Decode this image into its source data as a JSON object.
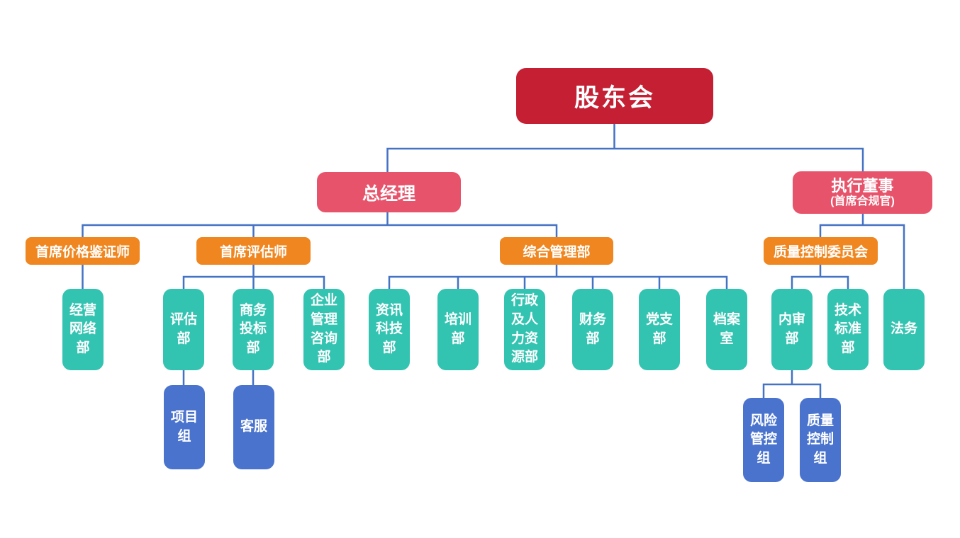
{
  "colors": {
    "level1_bg": "#c41f33",
    "level2_bg": "#e7536a",
    "level3_bg": "#f0861f",
    "level4_bg": "#33c3b1",
    "level5_bg": "#4a73ce",
    "connector": "#4472c4",
    "text": "#ffffff",
    "background": "#ffffff"
  },
  "chart": {
    "root": {
      "label": "股东会"
    },
    "level2": {
      "general_manager": {
        "label": "总经理"
      },
      "executive_director": {
        "label": "执行董事",
        "sublabel": "(首席合规官)"
      }
    },
    "level3": {
      "chief_price_appraiser": {
        "label": "首席价格鉴证师"
      },
      "chief_valuer": {
        "label": "首席评估师"
      },
      "general_management_dept": {
        "label": "综合管理部"
      },
      "quality_control_committee": {
        "label": "质量控制委员会"
      }
    },
    "level4": {
      "business_network_dept": {
        "label": "经营\n网络\n部"
      },
      "valuation_dept": {
        "label": "评估\n部"
      },
      "business_bidding_dept": {
        "label": "商务\n投标\n部"
      },
      "enterprise_management_consulting_dept": {
        "label": "企业\n管理\n咨询\n部"
      },
      "information_technology_dept": {
        "label": "资讯\n科技\n部"
      },
      "training_dept": {
        "label": "培训\n部"
      },
      "admin_hr_dept": {
        "label": "行政\n及人\n力资\n源部"
      },
      "finance_dept": {
        "label": "财务\n部"
      },
      "party_branch": {
        "label": "党支\n部"
      },
      "archives_room": {
        "label": "档案\n室"
      },
      "internal_audit_dept": {
        "label": "内审\n部"
      },
      "technical_standards_dept": {
        "label": "技术\n标准\n部"
      },
      "legal_affairs": {
        "label": "法务"
      }
    },
    "level5": {
      "project_team": {
        "label": "项目\n组"
      },
      "customer_service": {
        "label": "客服"
      },
      "risk_control_team": {
        "label": "风险\n管控\n组"
      },
      "quality_control_team": {
        "label": "质量\n控制\n组"
      }
    }
  }
}
